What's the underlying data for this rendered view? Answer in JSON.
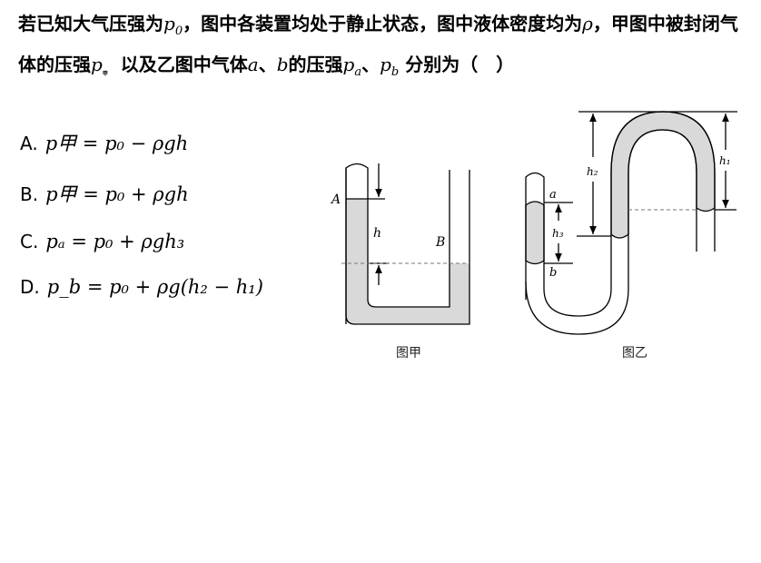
{
  "question": {
    "part1": "若已知大气压强为",
    "p0": "p",
    "p0_sub": "0",
    "part2": "，图中各装置均处于静止状态，图中液体密度均为",
    "rho": "ρ",
    "part3": "，甲图中被封闭气体的压强",
    "pjia": "p",
    "pjia_sub": "甲",
    "part4": "以及乙图中气体",
    "a": "a",
    "sep": "、",
    "b": "b",
    "part5": "的压强",
    "pa_sub": "a",
    "pb_sub": "b",
    "part6": "分别为（　）"
  },
  "options": [
    {
      "label": "A.",
      "expr": "p甲 = p₀ − ρgh"
    },
    {
      "label": "B.",
      "expr": "p甲 = p₀ + ρgh"
    },
    {
      "label": "C.",
      "expr": "pₐ = p₀ + ρgh₃"
    },
    {
      "label": "D.",
      "expr": "p_b = p₀ + ρg(h₂ − h₁)"
    }
  ],
  "figure": {
    "jia": {
      "caption": "图甲",
      "A": "A",
      "B": "B",
      "h": "h"
    },
    "yi": {
      "caption": "图乙",
      "a": "a",
      "b": "b",
      "h1": "h₁",
      "h2": "h₂",
      "h3": "h₃"
    }
  },
  "colors": {
    "liquid": "#d9d9d9"
  }
}
